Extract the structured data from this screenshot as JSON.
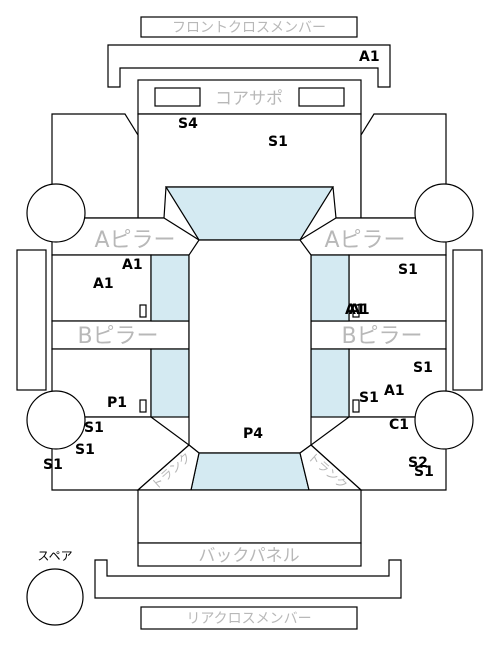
{
  "parts": {
    "front_cross_member": "フロントクロスメンバー",
    "core_support": "コアサポ",
    "a_pillar_left": "Aピラー",
    "a_pillar_right": "Aピラー",
    "b_pillar_left": "Bピラー",
    "b_pillar_right": "Bピラー",
    "trunk_left": "トランク",
    "trunk_right": "トランク",
    "back_panel": "バックパネル",
    "rear_cross_member": "リアクロスメンバー",
    "spare": "スペア"
  },
  "codes": {
    "front_member": "A1",
    "core_s4": "S4",
    "core_s1": "S1",
    "front_left_a1": "A1",
    "front_left_a1b": "A1",
    "front_right_s1": "S1",
    "right_mid_a1": "A1",
    "right_mid_a1_overlap": "A1",
    "rear_right_s1": "S1",
    "rear_right_a1": "A1",
    "rear_right_s1b": "S1",
    "rear_right_c1": "C1",
    "rear_left_p1": "P1",
    "rear_left_s1a": "S1",
    "rear_left_s1b": "S1",
    "rear_left_s1c": "S1",
    "cabin_p4": "P4",
    "rear_right_s2": "S2",
    "rear_right_s1c": "S1"
  }
}
